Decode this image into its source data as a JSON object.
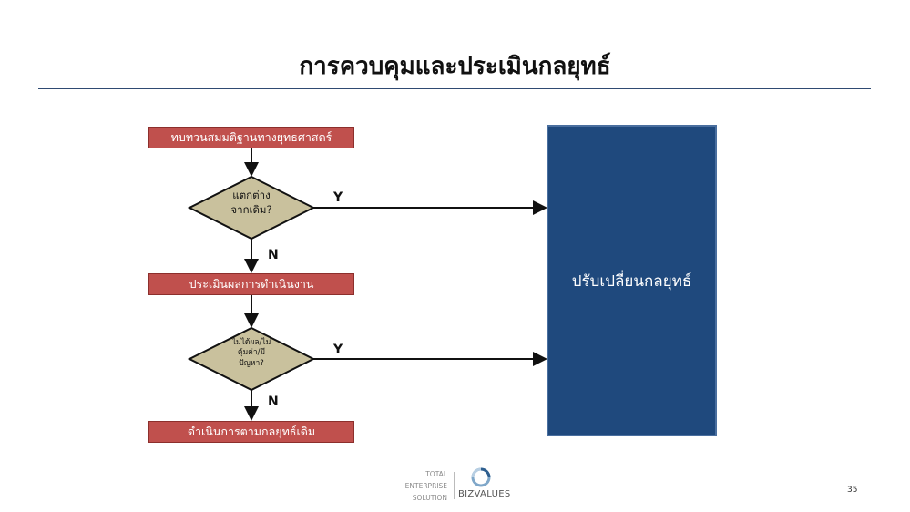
{
  "title": "การควบคุมและประเมินกลยุทธ์",
  "flow": {
    "box1": "ทบทวนสมมติฐานทางยุทธศาสตร์",
    "decision1": [
      "แตกต่าง",
      "จากเดิม?"
    ],
    "box2": "ประเมินผลการดำเนินงาน",
    "decision2": [
      "ไม่ได้ผล/ไม่",
      "คุ้มค่า/มี",
      "ปัญหา?"
    ],
    "box3": "ดำเนินการตามกลยุทธ์เดิม",
    "big_box": "ปรับเปลี่ยนกลยุทธ์",
    "yes_label": "Y",
    "no_label": "N"
  },
  "footer": {
    "lines": [
      "TOTAL",
      "ENTERPRISE",
      "SOLUTION"
    ],
    "brand": "BIZVALUES",
    "page_number": "35"
  },
  "colors": {
    "process_box": "#c0504d",
    "decision": "#c9c19d",
    "outcome_box": "#1f497d",
    "rule": "#2f4a72"
  }
}
